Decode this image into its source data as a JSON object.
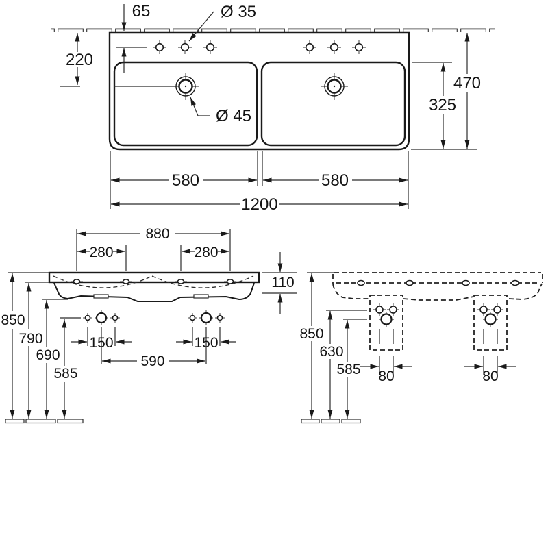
{
  "drawing": {
    "plan_view": {
      "tap_offset": "65",
      "tap_hole_dia": "Ø 35",
      "drain_offset": "220",
      "drain_dia": "Ø 45",
      "total_depth": "470",
      "bowl_depth": "325",
      "bowl_width_left": "580",
      "bowl_width_right": "580",
      "total_width": "1200"
    },
    "front_view": {
      "tap_span": "880",
      "tap_spacing_left": "280",
      "tap_spacing_right": "280",
      "edge_height": "110",
      "height_rim": "850",
      "height_rim_underside": "790",
      "height_body_underside": "690",
      "height_fixing_holes": "585",
      "fixing_spacing_left": "150",
      "fixing_spacing_right": "150",
      "drain_spacing": "590"
    },
    "side_view": {
      "height_rim": "850",
      "height_fixing_holes": "630",
      "height_drain": "585",
      "outlet_width_left": "80",
      "outlet_width_right": "80"
    }
  }
}
